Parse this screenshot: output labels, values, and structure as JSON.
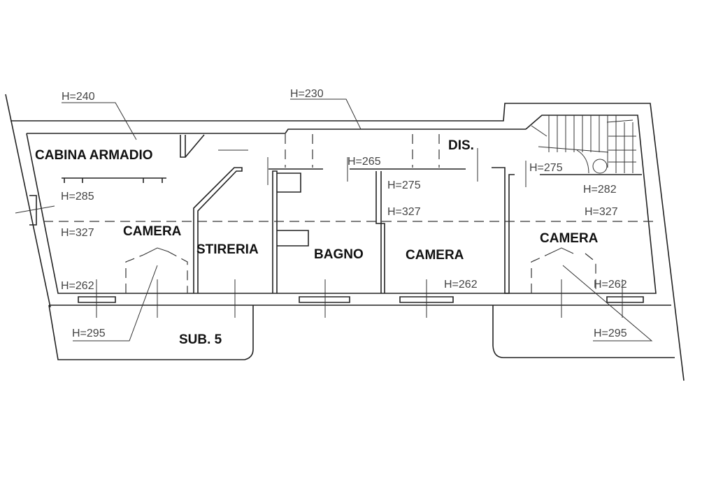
{
  "rooms": {
    "cabina_armadio": "CABINA ARMADIO",
    "camera_left": "CAMERA",
    "stireria": "STIRERIA",
    "bagno": "BAGNO",
    "camera_middle": "CAMERA",
    "camera_right": "CAMERA",
    "dis": "DIS.",
    "sub": "SUB. 5"
  },
  "heights": {
    "h240": "H=240",
    "h230": "H=230",
    "h265": "H=265",
    "h275a": "H=275",
    "h275b": "H=275",
    "h285": "H=285",
    "h282": "H=282",
    "h327a": "H=327",
    "h327b": "H=327",
    "h327c": "H=327",
    "h262a": "H=262",
    "h262b": "H=262",
    "h262c": "H=262",
    "h295a": "H=295",
    "h295b": "H=295"
  }
}
